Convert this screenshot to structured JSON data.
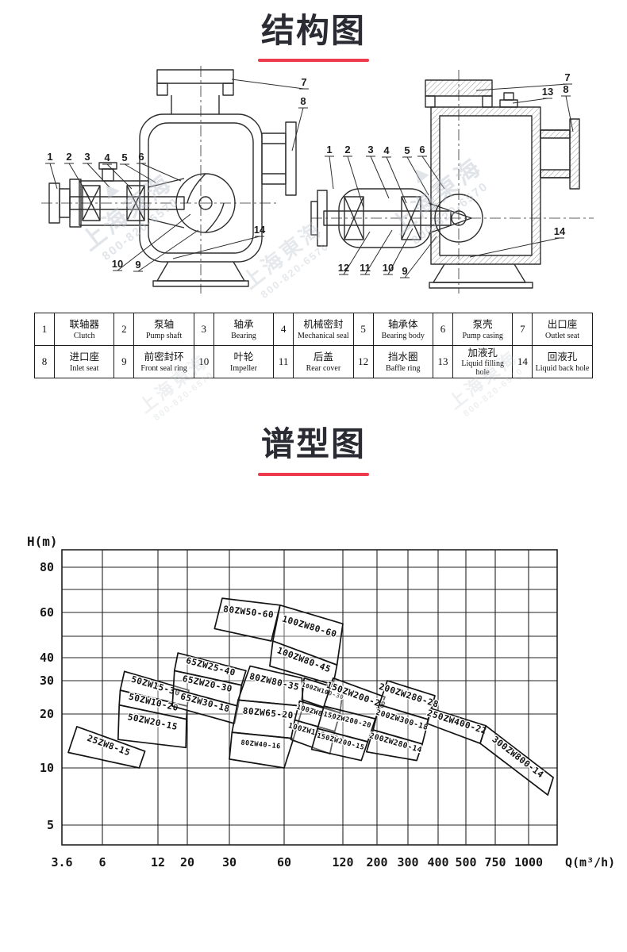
{
  "sections": {
    "structure": {
      "title": "结构图",
      "underline_color": "#ee3a4d"
    },
    "spectrum": {
      "title": "谱型图",
      "underline_color": "#ee3a4d"
    }
  },
  "watermark": {
    "line1": "上海東海",
    "line2": "800-820-6570",
    "color": "#b9c0ca"
  },
  "diagrams": {
    "left": {
      "callouts": [
        "1",
        "2",
        "3",
        "4",
        "5",
        "6",
        "7",
        "8",
        "10",
        "9",
        "14"
      ]
    },
    "right": {
      "callouts": [
        "1",
        "2",
        "3",
        "4",
        "5",
        "6",
        "7",
        "13",
        "8",
        "12",
        "11",
        "10",
        "9",
        "14"
      ]
    }
  },
  "parts_table": {
    "rows": [
      [
        {
          "no": "1",
          "cn": "联轴器",
          "en": "Clutch"
        },
        {
          "no": "2",
          "cn": "泵轴",
          "en": "Pump shaft"
        },
        {
          "no": "3",
          "cn": "轴承",
          "en": "Bearing"
        },
        {
          "no": "4",
          "cn": "机械密封",
          "en": "Mechanical seal"
        },
        {
          "no": "5",
          "cn": "轴承体",
          "en": "Bearing body"
        },
        {
          "no": "6",
          "cn": "泵壳",
          "en": "Pump casing"
        },
        {
          "no": "7",
          "cn": "出口座",
          "en": "Outlet seat"
        }
      ],
      [
        {
          "no": "8",
          "cn": "进口座",
          "en": "Inlet seat"
        },
        {
          "no": "9",
          "cn": "前密封环",
          "en": "Front seal ring"
        },
        {
          "no": "10",
          "cn": "叶轮",
          "en": "Impeller"
        },
        {
          "no": "11",
          "cn": "后盖",
          "en": "Rear cover"
        },
        {
          "no": "12",
          "cn": "挡水圈",
          "en": "Baffle ring"
        },
        {
          "no": "13",
          "cn": "加液孔",
          "en": "Liquid filling hole"
        },
        {
          "no": "14",
          "cn": "回液孔",
          "en": "Liquid back hole"
        }
      ]
    ]
  },
  "chart_data": {
    "type": "region-map",
    "title": "谱型图",
    "x_axis": {
      "label": "Q(m³/h)",
      "scale": "log",
      "ticks": [
        3.6,
        6,
        12,
        20,
        30,
        60,
        120,
        200,
        300,
        400,
        500,
        750,
        1000
      ]
    },
    "y_axis": {
      "label": "H(m)",
      "scale": "log",
      "ticks": [
        {
          "value": 80,
          "labeled": true
        },
        {
          "value": 70,
          "labeled": false
        },
        {
          "value": 60,
          "labeled": true
        },
        {
          "value": 50,
          "labeled": false
        },
        {
          "value": 40,
          "labeled": true
        },
        {
          "value": 30,
          "labeled": true
        },
        {
          "value": 20,
          "labeled": true
        },
        {
          "value": 10,
          "labeled": true
        },
        {
          "value": 5,
          "labeled": true
        }
      ]
    },
    "legend": "none",
    "grid": true,
    "regions": [
      {
        "label": "25ZW8-15",
        "size": 11,
        "corners": [
          [
            4.35,
            17
          ],
          [
            10.2,
            12.4
          ],
          [
            9.5,
            10
          ],
          [
            3.9,
            12.2
          ]
        ]
      },
      {
        "label": "50ZW15-30",
        "size": 11,
        "corners": [
          [
            7.9,
            33.7
          ],
          [
            20.3,
            26.7
          ],
          [
            20,
            22
          ],
          [
            7.5,
            26.7
          ]
        ]
      },
      {
        "label": "50ZW10-20",
        "size": 11,
        "corners": [
          [
            7.5,
            26.7
          ],
          [
            20,
            22
          ],
          [
            19.7,
            18.7
          ],
          [
            7.4,
            22.3
          ]
        ]
      },
      {
        "label": "50ZW20-15",
        "size": 11,
        "corners": [
          [
            7.4,
            22.3
          ],
          [
            19.7,
            18.7
          ],
          [
            19.5,
            13
          ],
          [
            7.3,
            14.4
          ]
        ]
      },
      {
        "label": "65ZW25-40",
        "size": 11,
        "corners": [
          [
            17,
            42
          ],
          [
            37,
            34
          ],
          [
            35,
            28.4
          ],
          [
            16,
            34
          ]
        ]
      },
      {
        "label": "65ZW20-30",
        "size": 11,
        "corners": [
          [
            16,
            34
          ],
          [
            35,
            28.4
          ],
          [
            33.5,
            22
          ],
          [
            15.7,
            27.2
          ]
        ]
      },
      {
        "label": "65ZW30-18",
        "size": 11,
        "corners": [
          [
            15.7,
            27.2
          ],
          [
            33.5,
            22
          ],
          [
            32,
            17.7
          ],
          [
            15.4,
            22
          ]
        ]
      },
      {
        "label": "80ZW50-60",
        "size": 11,
        "corners": [
          [
            28,
            66
          ],
          [
            57,
            63
          ],
          [
            51,
            47.6
          ],
          [
            26,
            53
          ]
        ]
      },
      {
        "label": "100ZW80-60",
        "size": 11,
        "corners": [
          [
            57,
            63
          ],
          [
            120,
            55
          ],
          [
            112,
            36.5
          ],
          [
            52,
            47.6
          ]
        ]
      },
      {
        "label": "100ZW80-45",
        "size": 11,
        "corners": [
          [
            52,
            47.6
          ],
          [
            112,
            36.5
          ],
          [
            107,
            28.6
          ],
          [
            50,
            36
          ]
        ]
      },
      {
        "label": "80ZW80-35",
        "size": 11,
        "corners": [
          [
            39,
            36
          ],
          [
            74,
            31
          ],
          [
            75,
            22
          ],
          [
            33.5,
            23.7
          ]
        ]
      },
      {
        "label": "80ZW65-20",
        "size": 11,
        "corners": [
          [
            33.5,
            23.7
          ],
          [
            75,
            22
          ],
          [
            67,
            14.6
          ],
          [
            31,
            15.8
          ]
        ]
      },
      {
        "label": "80ZW40-16",
        "size": 8.5,
        "corners": [
          [
            31,
            15.8
          ],
          [
            67,
            14.6
          ],
          [
            60,
            10
          ],
          [
            30,
            11.2
          ]
        ]
      },
      {
        "label": "100ZW100-30",
        "size": 7.5,
        "corners": [
          [
            76,
            31
          ],
          [
            120,
            26.7
          ],
          [
            116,
            20.3
          ],
          [
            74,
            23.8
          ]
        ]
      },
      {
        "label": "100ZW80-20",
        "size": 8.5,
        "corners": [
          [
            72,
            23.4
          ],
          [
            116,
            20.3
          ],
          [
            109,
            16
          ],
          [
            68,
            18.5
          ]
        ]
      },
      {
        "label": "100ZW100-15",
        "size": 9,
        "corners": [
          [
            68,
            18.5
          ],
          [
            109,
            16
          ],
          [
            103,
            12
          ],
          [
            65,
            14.4
          ]
        ]
      },
      {
        "label": "150ZW200-28",
        "size": 11,
        "corners": [
          [
            107,
            31
          ],
          [
            222,
            24.6
          ],
          [
            195,
            18.8
          ],
          [
            96,
            22
          ]
        ]
      },
      {
        "label": "150ZW200-20",
        "size": 8.5,
        "corners": [
          [
            96,
            22
          ],
          [
            195,
            18.8
          ],
          [
            174,
            14
          ],
          [
            89,
            16.6
          ]
        ]
      },
      {
        "label": "150ZW200-15",
        "size": 8.5,
        "corners": [
          [
            89,
            16.6
          ],
          [
            174,
            14
          ],
          [
            158,
            11
          ],
          [
            83,
            12.7
          ]
        ]
      },
      {
        "label": "200ZW280-28",
        "size": 11,
        "corners": [
          [
            229,
            30
          ],
          [
            388,
            25
          ],
          [
            365,
            18.6
          ],
          [
            206,
            22.4
          ]
        ]
      },
      {
        "label": "200ZW300-18",
        "size": 9.5,
        "corners": [
          [
            206,
            22.4
          ],
          [
            365,
            18.6
          ],
          [
            344,
            13.6
          ],
          [
            189,
            16.3
          ]
        ]
      },
      {
        "label": "200ZW280-14",
        "size": 9.5,
        "corners": [
          [
            189,
            16.3
          ],
          [
            344,
            13.6
          ],
          [
            326,
            11
          ],
          [
            171,
            12.3
          ]
        ]
      },
      {
        "label": "250ZW400-22",
        "size": 11,
        "corners": [
          [
            374,
            21.4
          ],
          [
            658,
            17.2
          ],
          [
            609,
            13.7
          ],
          [
            360,
            17.7
          ]
        ]
      },
      {
        "label": "300ZW800-14",
        "size": 11,
        "corners": [
          [
            658,
            17.2
          ],
          [
            1237,
            8.9
          ],
          [
            1180,
            7.2
          ],
          [
            609,
            13.7
          ]
        ]
      }
    ]
  }
}
